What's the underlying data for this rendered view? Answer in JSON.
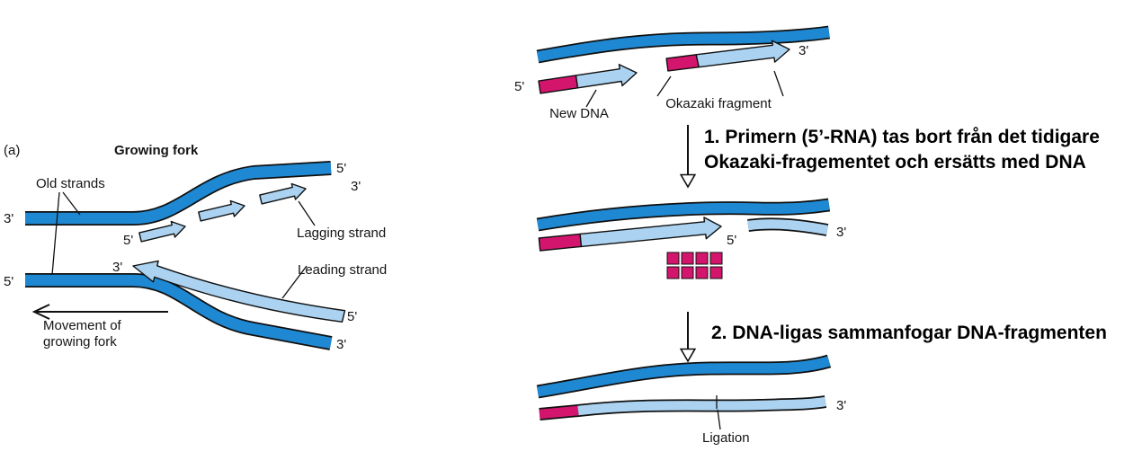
{
  "figure": {
    "background": "#ffffff",
    "colors": {
      "parental_strand_blue": "#1f88d2",
      "new_strand_light_blue": "#abd3f1",
      "rna_primer_magenta": "#d4156e",
      "outline": "#101010",
      "text": "#141414"
    },
    "left_panel": {
      "tag": "(a)",
      "title": "Growing fork",
      "old_strands_label": "Old strands",
      "left_top_prime": "3'",
      "left_bottom_prime": "5'",
      "top_right_prime": "5'",
      "lagging_start_prime": "5'",
      "lagging_end_prime": "3'",
      "lagging_label": "Lagging strand",
      "leading_tip_prime": "3'",
      "leading_tail_prime": "5'",
      "leading_label": "Leading strand",
      "bottom_right_prime": "3'",
      "movement_label_line1": "Movement of",
      "movement_label_line2": "growing fork"
    },
    "right_panel": {
      "step1": {
        "five_prime": "5'",
        "new_dna_label": "New DNA",
        "okazaki_label": "Okazaki fragment",
        "three_prime": "3'"
      },
      "annotation1_line1": "1. Primern (5’-RNA) tas bort från det tidigare",
      "annotation1_line2": "Okazaki-fragementet och ersätts med DNA",
      "step2": {
        "five_prime": "5'",
        "three_prime": "3'"
      },
      "annotation2": "2. DNA-ligas sammanfogar DNA-fragmenten",
      "step3": {
        "three_prime": "3'",
        "ligation_label": "Ligation"
      }
    }
  }
}
